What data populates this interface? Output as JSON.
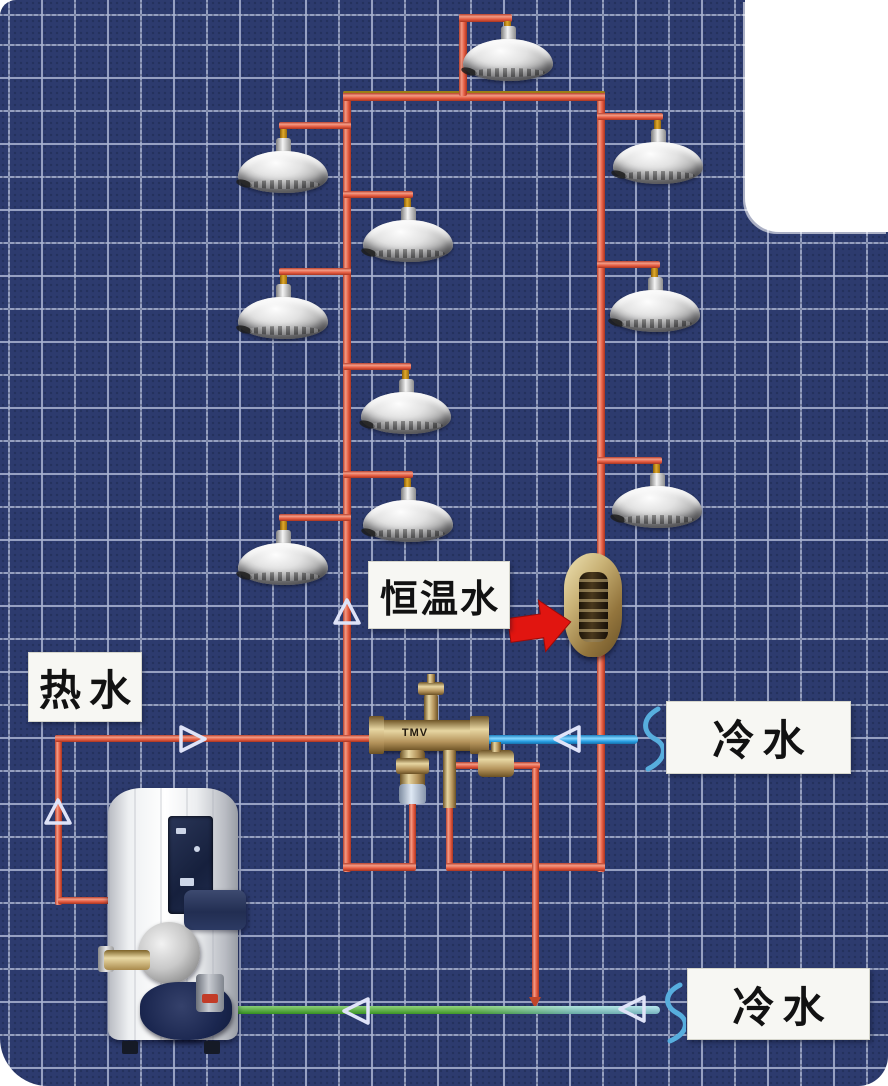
{
  "diagram": {
    "labels": {
      "hot_water": "热水",
      "constant_temperature_water": "恒温水",
      "cold_water_middle": "冷水",
      "cold_water_bottom": "冷水"
    },
    "valve": {
      "label": "TMV"
    },
    "counts": {
      "shower_heads": 10,
      "flow_arrows": 6,
      "pipe_break_symbols": 2
    },
    "components": [
      "shower-head",
      "thermostatic-mixing-valve",
      "thermostatic-element",
      "storage-water-heater",
      "pipe-break-symbol",
      "flow-arrow",
      "pointer-arrow"
    ],
    "colors": {
      "panel_background": "#2d3b6e",
      "grid_line": "#a8b2d0",
      "hot_pipe": "#e55b41",
      "cold_pipe_blue": "#2aa0e4",
      "cold_pipe_green": "#4fb92f",
      "cold_pipe_teal": "#92dbe8",
      "flow_arrow_outline": "#dfe3f8",
      "pointer_arrow_red": "#e11510",
      "brass": "#b5945c",
      "label_box_background": "#f7f7f3"
    }
  }
}
